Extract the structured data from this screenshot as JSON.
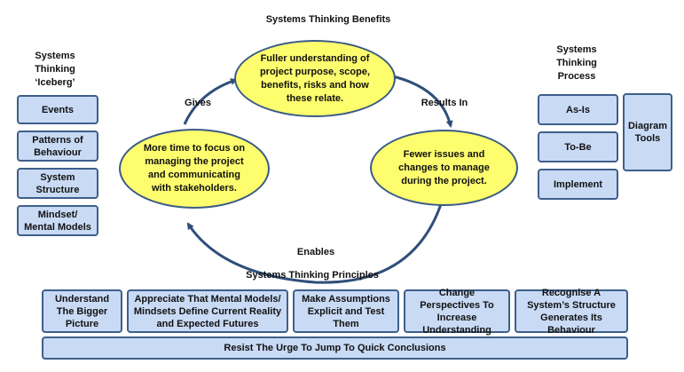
{
  "title": "Systems Thinking Benefits",
  "iceberg": {
    "heading": "Systems Thinking ‘Iceberg’",
    "items": [
      "Events",
      "Patterns of Behaviour",
      "System Structure",
      "Mindset/ Mental Models"
    ]
  },
  "process": {
    "heading": "Systems Thinking Process",
    "items": [
      "As-Is",
      "To-Be",
      "Implement"
    ],
    "tools": "Diagram Tools"
  },
  "cycle": {
    "top": "Fuller understanding of project purpose, scope, benefits, risks and how these relate.",
    "right": "Fewer issues and changes to manage during the project.",
    "left": "More time to focus on managing the project and communicating with stakeholders.",
    "gives": "Gives",
    "results_in": "Results In",
    "enables": "Enables"
  },
  "principles": {
    "heading": "Systems Thinking Principles",
    "items": [
      "Understand The Bigger Picture",
      "Appreciate That Mental Models/ Mindsets Define Current Reality and Expected Futures",
      "Make Assumptions Explicit and Test Them",
      "Change Perspectives To Increase Understanding",
      "Recognise A System’s Structure Generates Its Behaviour"
    ],
    "footer": "Resist The Urge To Jump To Quick Conclusions"
  },
  "colors": {
    "box_fill": "#c9daf5",
    "box_border": "#3e5f8a",
    "ellipse_fill": "#fdfd6e",
    "arrow": "#2f4f7a"
  }
}
